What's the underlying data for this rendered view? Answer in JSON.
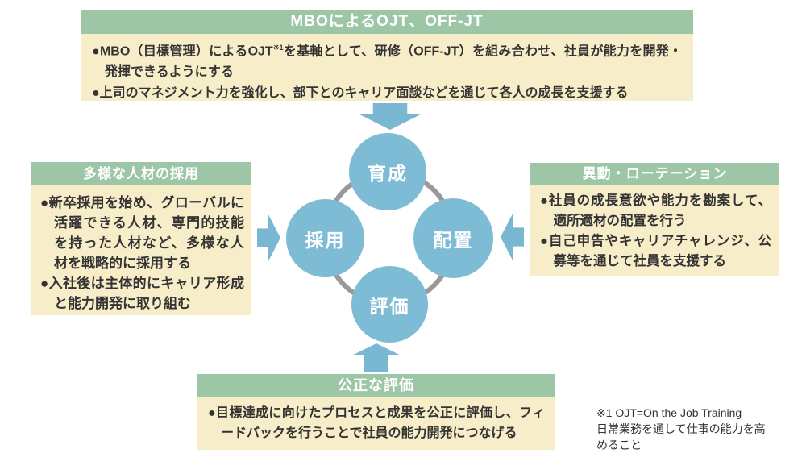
{
  "colors": {
    "background": "#FFFFFF",
    "header_green": "#9DC6A6",
    "body_cream": "#F8EDC9",
    "circle_blue": "#7EBCD6",
    "arrow_blue": "#79B7D3",
    "ring_gray": "#999999",
    "text_dark": "#333333",
    "header_text": "#FFFFFF"
  },
  "diagram": {
    "top_box": {
      "title": "MBOによるOJT、OFF-JT",
      "item1_pre": "●MBO（目標管理）によるOJT",
      "item1_sup": "※1",
      "item1_post": "を基軸として、研修（OFF-JT）を組み合わせ、社員が能力を開発・発揮できるようにする",
      "item2": "●上司のマネジメント力を強化し、部下とのキャリア面談などを通じて各人の成長を支援する"
    },
    "left_box": {
      "title": "多様な人材の採用",
      "items": [
        "●新卒採用を始め、グローバルに活躍できる人材、専門的技能を持った人材など、多様な人材を戦略的に採用する",
        "●入社後は主体的にキャリア形成と能力開発に取り組む"
      ]
    },
    "right_box": {
      "title": "異動・ローテーション",
      "items": [
        "●社員の成長意欲や能力を勘案して、適所適材の配置を行う",
        "●自己申告やキャリアチャレンジ、公募等を通じて社員を支援する"
      ]
    },
    "bottom_box": {
      "title": "公正な評価",
      "items": [
        "●目標達成に向けたプロセスと成果を公正に評価し、フィードバックを行うことで社員の能力開発につなげる"
      ]
    },
    "circles": {
      "top": "育成",
      "left": "採用",
      "right": "配置",
      "bottom": "評価"
    },
    "footnote": "※1 OJT=On the Job Training\n日常業務を通して仕事の能力を高\nめること"
  }
}
